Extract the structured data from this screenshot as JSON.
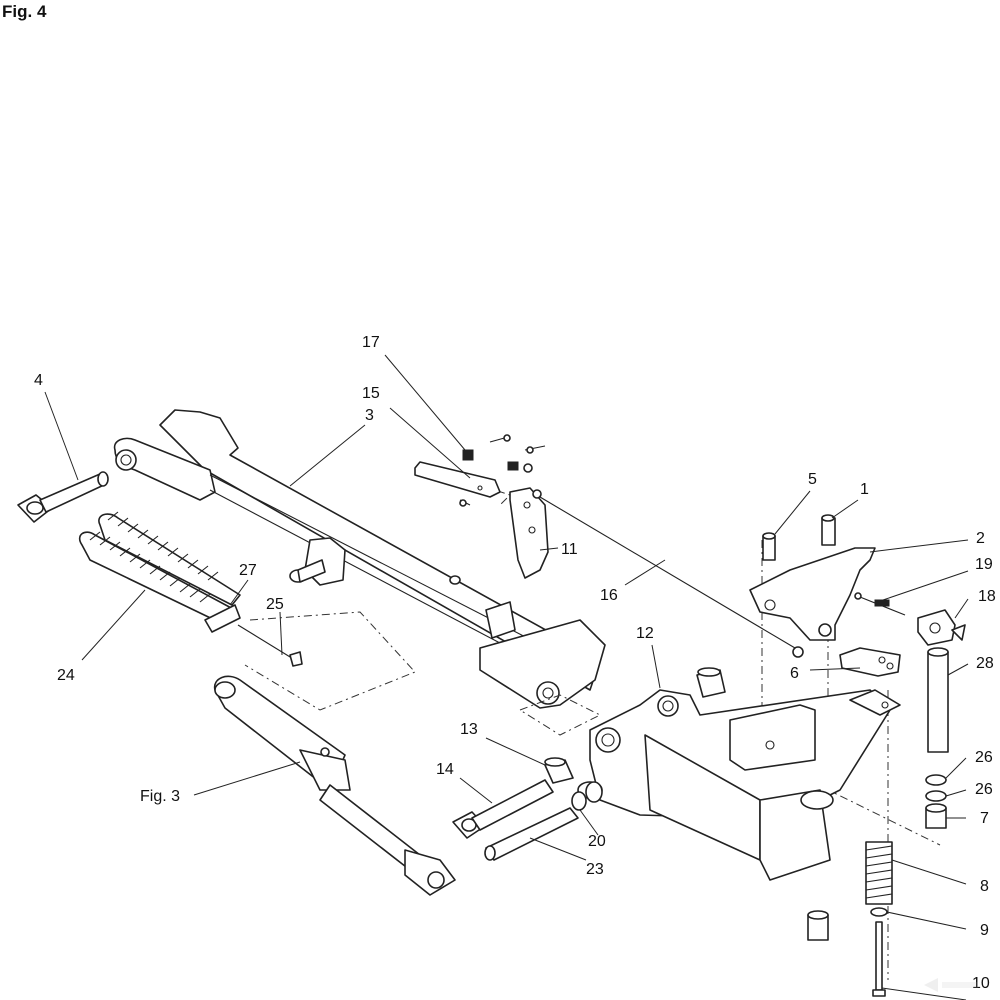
{
  "figure": {
    "title": "Fig. 4"
  },
  "callouts": [
    {
      "id": "17",
      "text": "17"
    },
    {
      "id": "4",
      "text": "4"
    },
    {
      "id": "15",
      "text": "15"
    },
    {
      "id": "3",
      "text": "3"
    },
    {
      "id": "5",
      "text": "5"
    },
    {
      "id": "1",
      "text": "1"
    },
    {
      "id": "11",
      "text": "11"
    },
    {
      "id": "2",
      "text": "2"
    },
    {
      "id": "19",
      "text": "19"
    },
    {
      "id": "18",
      "text": "18"
    },
    {
      "id": "27",
      "text": "27"
    },
    {
      "id": "16",
      "text": "16"
    },
    {
      "id": "25",
      "text": "25"
    },
    {
      "id": "12",
      "text": "12"
    },
    {
      "id": "28",
      "text": "28"
    },
    {
      "id": "6",
      "text": "6"
    },
    {
      "id": "24",
      "text": "24"
    },
    {
      "id": "13",
      "text": "13"
    },
    {
      "id": "26a",
      "text": "26"
    },
    {
      "id": "26b",
      "text": "26"
    },
    {
      "id": "14",
      "text": "14"
    },
    {
      "id": "fig3",
      "text": "Fig. 3"
    },
    {
      "id": "7",
      "text": "7"
    },
    {
      "id": "20",
      "text": "20"
    },
    {
      "id": "23",
      "text": "23"
    },
    {
      "id": "8",
      "text": "8"
    },
    {
      "id": "9",
      "text": "9"
    },
    {
      "id": "10",
      "text": "10"
    }
  ]
}
